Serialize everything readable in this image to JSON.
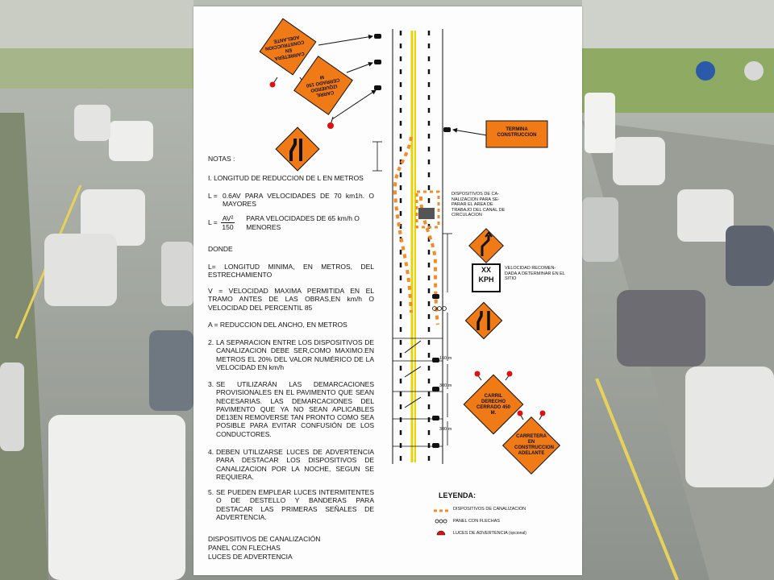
{
  "sign_top_left": "CARRETERA EN CONSTRUCCION ADELANTE",
  "sign_lane_closed_top": "CARRIL IZQUIERDO CERRADO 150 M",
  "sign_termina": "TERMINA CONSTRUCCION",
  "channel_devices_note": "DISPOSITIVOS DE CA- NALIZACION PARA SE- PARAR EL AREA DE TRABAJO DEL CANAL DE CIRCULACION",
  "speed_sign": {
    "top": "XX",
    "bottom": "KPH"
  },
  "speed_note": "VELOCIDAD RECOMEN- DADA A DETERMINAR EN EL SITIO",
  "dist_150": "150 m",
  "dist_300a": "300 m",
  "dist_300b": "300 m",
  "sign_right_lane_closed": "CARRIL DERECHO CERRADO 450 M.",
  "sign_bottom_construction": "CARRETERA EN CONSTRUCCION ADELANTE",
  "notas": {
    "title": "NOTAS :",
    "n1": "I. LONGITUD DE REDUCCION DE L EN METROS",
    "f1_lhs": "L =",
    "f1_text": "0.6AV PARA VELOCIDADES DE 70 km1h. O MAYORES",
    "f2_lhs": "L =",
    "f2_num": "AV²",
    "f2_den": "150",
    "f2_text": "PARA VELOCIDADES DE 65 km/h O MENORES",
    "donde": "DONDE",
    "d_l": "L= LONGITUD MINIMA, EN METROS, DEL ESTRECHAMIENTO",
    "d_v": "V = VELOCIDAD MAXIMA PERMITIDA EN EL TRAMO ANTES DE LAS OBRAS,EN km/h O VELOCIDAD DEL PERCENTIL 85",
    "d_a": "A = REDUCCION DEL ANCHO, EN METROS",
    "n2_num": "2.",
    "n2": "LA SEPARACION ENTRE LOS DISPOSITIVOS DE CANALIZACION DEBE SER,COMO MAXIMO.EN METROS EL 20% DEL VALOR NUMÉRICO DE LA VELOCIDAD EN km/h",
    "n3_num": "3.",
    "n3": "SE UTILIZARÁN LAS DEMARCACIONES PROVISIONALES EN EL PAVIMENTO QUE SEAN NECESARIAS. LAS DEMARCACIONES DEL PAVIMENTO QUE YA NO SEAN APLICABLES DE13EN REMOVERSE TAN PRONTO COMO SEA POSIBLE PARA EVITAR CONFUSIÓN DE LOS CONDUCTORES.",
    "n4_num": "4.",
    "n4": "DEBEN UTILIZARSE LUCES DE ADVERTENCIA PARA DESTACAR LOS DISPOSITIVOS DE CANALIZACION POR LA NOCHE, SEGUN SE REQUIERA.",
    "n5_num": "5.",
    "n5": "SE PUEDEN EMPLEAR LUCES INTERMITENTES O DE DESTELLO Y BANDERAS PARA DESTACAR LAS PRIMERAS SEÑALES DE ADVERTENCIA."
  },
  "footer": {
    "l1": "DISPOSITIVOS DE CANALIZACIÓN",
    "l2": "PANEL CON FLECHAS",
    "l3": "LUCES DE ADVERTENCIA"
  },
  "legend": {
    "title": "LEYENDA:",
    "i1": "DISPOSITIVOS DE CANALIZACION",
    "i2": "PANEL CON FLECHAS",
    "i3": "LUCES DE ADVERTENCIA",
    "i3_opt": "(opcional)"
  }
}
